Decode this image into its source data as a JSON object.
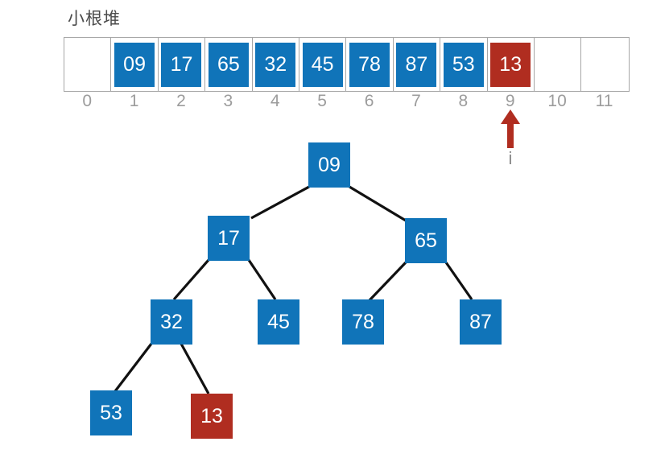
{
  "title": "小根堆",
  "colors": {
    "blue": "#1074b9",
    "red": "#b02d20",
    "cellborder": "#a6a6a6",
    "index": "#9c9c9c",
    "title": "#4a4a4a",
    "ilabel": "#8a8a8a",
    "edge": "#111111",
    "nodetext": "#ffffff"
  },
  "array": {
    "cells": [
      {
        "index": "0",
        "value": ""
      },
      {
        "index": "1",
        "value": "09"
      },
      {
        "index": "2",
        "value": "17"
      },
      {
        "index": "3",
        "value": "65"
      },
      {
        "index": "4",
        "value": "32"
      },
      {
        "index": "5",
        "value": "45"
      },
      {
        "index": "6",
        "value": "78"
      },
      {
        "index": "7",
        "value": "87"
      },
      {
        "index": "8",
        "value": "53"
      },
      {
        "index": "9",
        "value": "13"
      },
      {
        "index": "10",
        "value": ""
      },
      {
        "index": "11",
        "value": ""
      }
    ],
    "highlighted_index": "9",
    "pointer": {
      "label": "i",
      "points_at_index": "9"
    }
  },
  "tree": {
    "nodes": [
      {
        "value": "09",
        "highlight": false
      },
      {
        "value": "17",
        "highlight": false
      },
      {
        "value": "65",
        "highlight": false
      },
      {
        "value": "32",
        "highlight": false
      },
      {
        "value": "45",
        "highlight": false
      },
      {
        "value": "78",
        "highlight": false
      },
      {
        "value": "87",
        "highlight": false
      },
      {
        "value": "53",
        "highlight": false
      },
      {
        "value": "13",
        "highlight": true
      }
    ]
  }
}
